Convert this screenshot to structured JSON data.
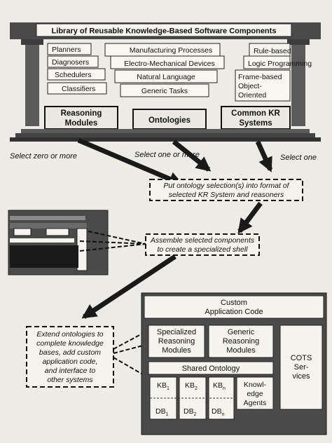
{
  "library": {
    "title": "Library of Reusable Knowledge-Based Software Components",
    "reasoning_stack": [
      "Planners",
      "Diagnosers",
      "Schedulers",
      "Classifiers"
    ],
    "ontology_stack": [
      "Manufacturing Processes",
      "Electro-Mechanical Devices",
      "Natural Language",
      "Generic Tasks"
    ],
    "kr_stack": [
      "Rule-based",
      "Logic Programming",
      "Frame-based",
      "Object-",
      "Oriented"
    ],
    "pillars": {
      "reasoning": [
        "Reasoning",
        "Modules"
      ],
      "ontologies": "Ontologies",
      "kr": [
        "Common KR",
        "Systems"
      ]
    }
  },
  "select_labels": {
    "reasoning": "Select zero or more",
    "ontologies": "Select one or more",
    "kr": "Select one"
  },
  "steps": {
    "format": [
      "Put ontology selection(s) into format of",
      "selected KR System and reasoners"
    ],
    "assemble": [
      "Assemble selected components",
      "to create a specialized shell"
    ],
    "extend": [
      "Extend ontologies to",
      "complete knowledge",
      "bases, add custom",
      "application code,",
      "and interface to",
      "other systems"
    ]
  },
  "application": {
    "custom_code": [
      "Custom",
      "Application Code"
    ],
    "specialized": [
      "Specialized",
      "Reasoning",
      "Modules"
    ],
    "generic": [
      "Generic",
      "Reasoning",
      "Modules"
    ],
    "cots": [
      "COTS",
      "Ser-",
      "vices"
    ],
    "shared_ontology": "Shared Ontology",
    "kb_labels": [
      "KB",
      "KB",
      "KB"
    ],
    "kb_subscripts": [
      "1",
      "2",
      "n"
    ],
    "db_labels": [
      "DB",
      "DB",
      "DB"
    ],
    "db_subscripts": [
      "1",
      "2",
      "n"
    ],
    "agents": [
      "Knowl-",
      "edge",
      "Agents"
    ]
  }
}
